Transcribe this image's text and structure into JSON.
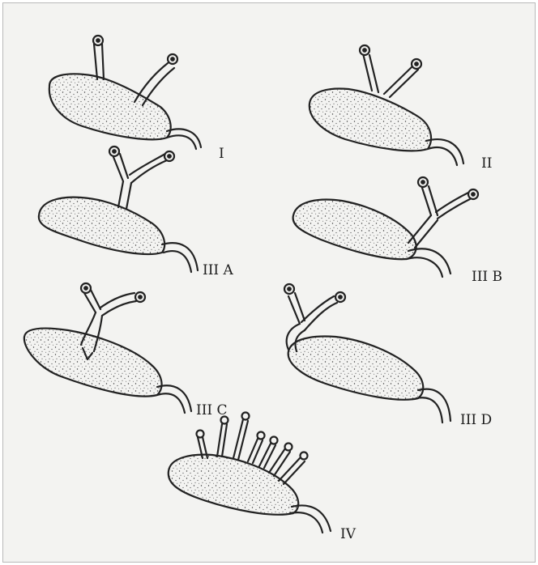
{
  "figure": {
    "panels": [
      {
        "id": "p1",
        "label": "I"
      },
      {
        "id": "p2",
        "label": "II"
      },
      {
        "id": "p3",
        "label": "III A"
      },
      {
        "id": "p4",
        "label": "III B"
      },
      {
        "id": "p5",
        "label": "III C"
      },
      {
        "id": "p6",
        "label": "III D"
      },
      {
        "id": "p7",
        "label": "IV"
      }
    ]
  }
}
